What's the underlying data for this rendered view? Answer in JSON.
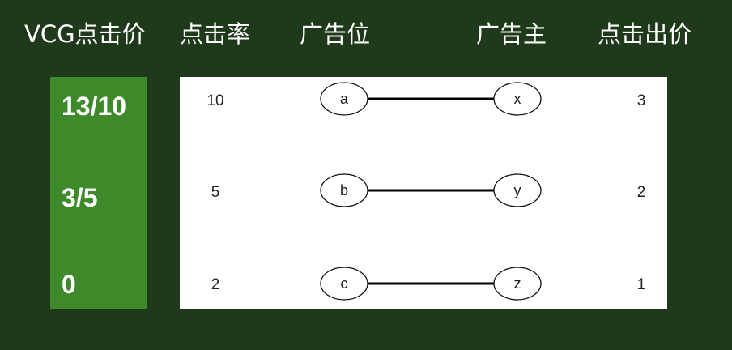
{
  "headers": {
    "vcg": "VCG点击价",
    "ctr": "点击率",
    "slot": "广告位",
    "advertiser": "广告主",
    "bid": "点击出价"
  },
  "rows": [
    {
      "vcg": "13/10",
      "ctr": "10",
      "slot": "a",
      "advertiser": "x",
      "bid": "3"
    },
    {
      "vcg": "3/5",
      "ctr": "5",
      "slot": "b",
      "advertiser": "y",
      "bid": "2"
    },
    {
      "vcg": "0",
      "ctr": "2",
      "slot": "c",
      "advertiser": "z",
      "bid": "1"
    }
  ],
  "colors": {
    "background": "#1f3a1a",
    "vcg_box": "#3e8a2b",
    "panel": "#ffffff",
    "text_light": "#ffffff",
    "text_dark": "#222222"
  }
}
